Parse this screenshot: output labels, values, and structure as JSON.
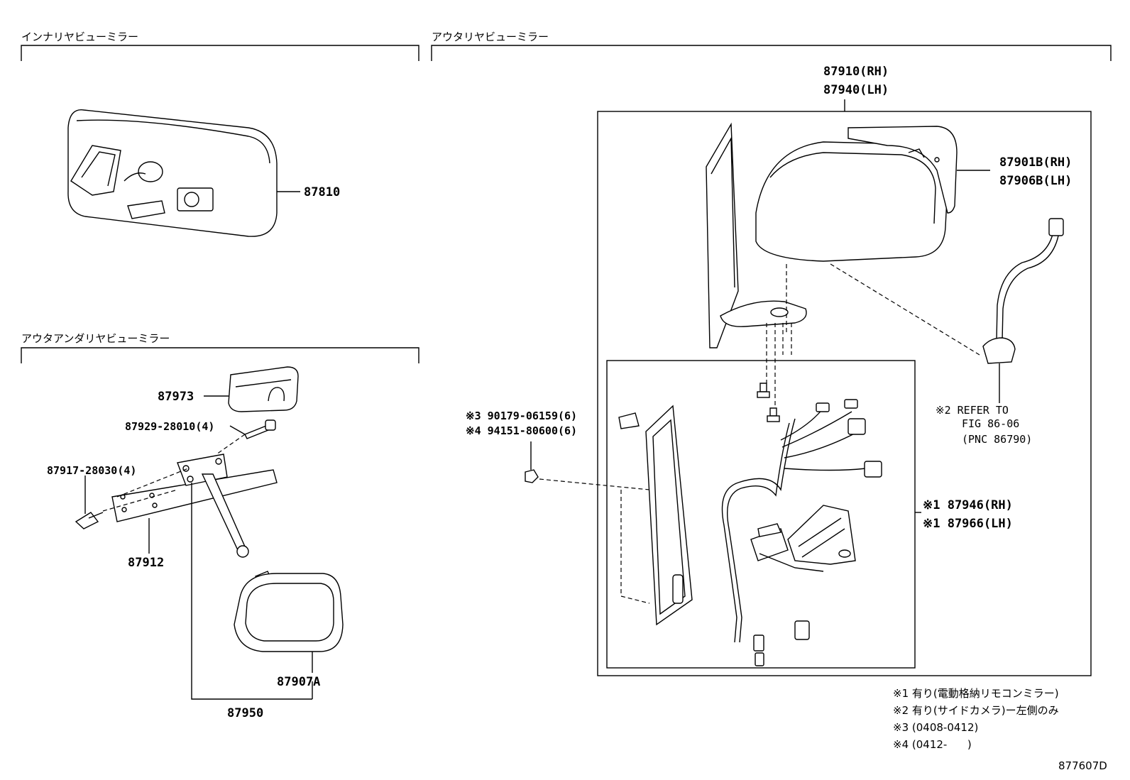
{
  "sections": {
    "inner_mirror": "インナリヤビューミラー",
    "outer_under_mirror": "アウタアンダリヤビューミラー",
    "outer_mirror": "アウタリヤビューミラー"
  },
  "parts": {
    "p87810": "87810",
    "p87973": "87973",
    "p87929": "87929-28010(4)",
    "p87917": "87917-28030(4)",
    "p87912": "87912",
    "p87907a": "87907A",
    "p87950": "87950",
    "p87910": "87910(RH)",
    "p87940": "87940(LH)",
    "p87901b": "87901B(RH)",
    "p87906b": "87906B(LH)",
    "p90179": "※3 90179-06159(6)",
    "p94151": "※4 94151-80600(6)",
    "p87946": "※1 87946(RH)",
    "p87966": "※1 87966(LH)"
  },
  "refer": {
    "line1": "※2 REFER TO",
    "line2": "FIG 86-06",
    "line3": "(PNC 86790)"
  },
  "notes": [
    "※1 有り(電動格納リモコンミラー)",
    "※2 有り(サイドカメラ)ー左側のみ",
    "※3 (0408-0412)",
    "※4 (0412-      )"
  ],
  "diagram_id": "877607D"
}
